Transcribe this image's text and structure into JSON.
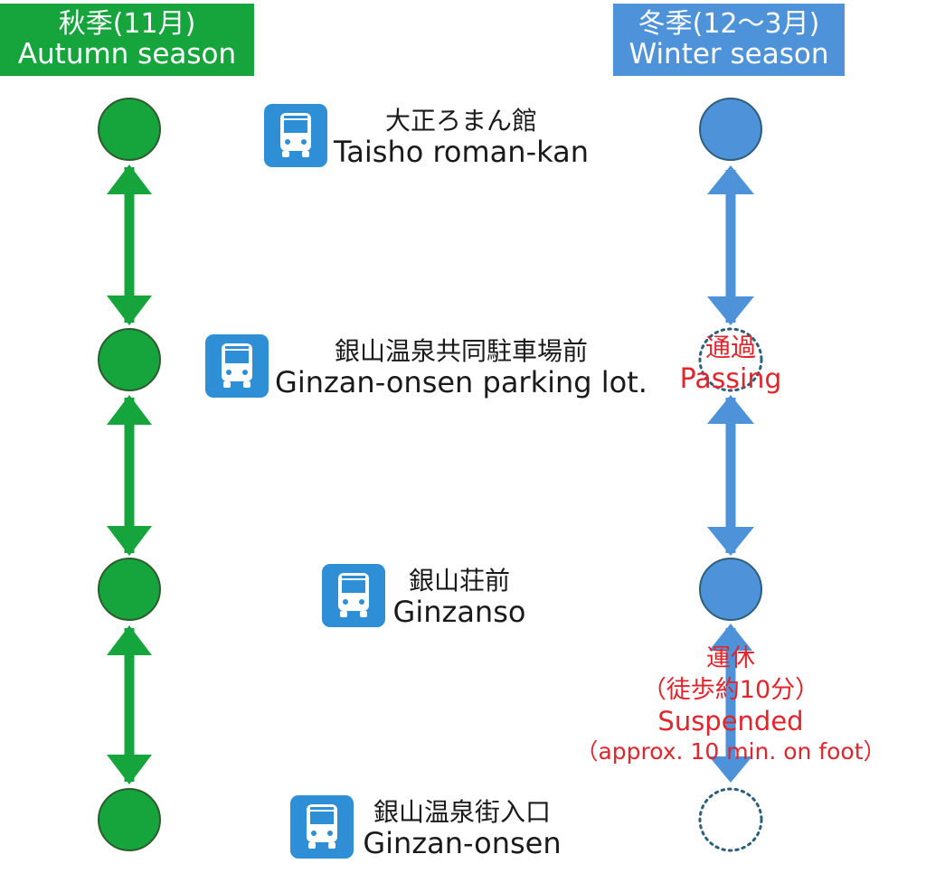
{
  "seasons": {
    "autumn": {
      "jp": "秋季(11月)",
      "en": "Autumn season",
      "color": "#16a43c"
    },
    "winter": {
      "jp": "冬季(12～3月)",
      "en": "Winter season",
      "color": "#4e92d9"
    }
  },
  "stops": [
    {
      "jp": "大正ろまん館",
      "en": "Taisho roman-kan",
      "winter_status": "stop"
    },
    {
      "jp": "銀山温泉共同駐車場前",
      "en": "Ginzan-onsen parking lot.",
      "winter_status": "passing"
    },
    {
      "jp": "銀山荘前",
      "en": "Ginzanso",
      "winter_status": "stop"
    },
    {
      "jp": "銀山温泉街入口",
      "en": "Ginzan-onsen",
      "winter_status": "suspended"
    }
  ],
  "notes": {
    "passing": {
      "jp": "通過",
      "en": "Passing"
    },
    "suspended": {
      "jp": "運休",
      "jp_sub": "（徒歩約10分）",
      "en": "Suspended",
      "en_sub": "（approx. 10 min. on foot）"
    }
  },
  "icons": {
    "stop": "bus-stop-icon"
  },
  "colors": {
    "note": "#e3242b",
    "bus_icon": "#2e8fd6",
    "dotted": "#2d5e7a"
  }
}
